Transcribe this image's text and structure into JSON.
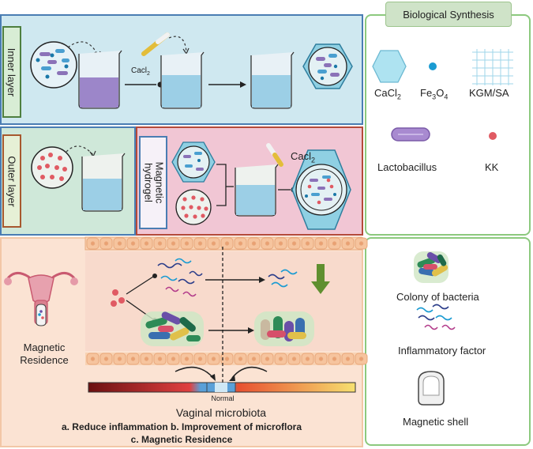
{
  "inner_layer": {
    "label": "Inner layer",
    "reagent": "Cacl",
    "reagent_sub": "2"
  },
  "outer_layer": {
    "label": "Outer layer"
  },
  "magnetic_hydrogel": {
    "label_line1": "Magnetic",
    "label_line2": "hydrogel",
    "reagent": "Cacl",
    "reagent_sub": "2"
  },
  "biological_synthesis": {
    "title": "Biological Synthesis",
    "cacl2": {
      "text": "CaCl",
      "sub": "2"
    },
    "fe3o4": {
      "a": "Fe",
      "a_sub": "3",
      "b": "O",
      "b_sub": "4"
    },
    "kgm_sa": "KGM/SA",
    "lactobacillus": "Lactobacillus",
    "kk": "KK"
  },
  "legend2": {
    "colony": "Colony of bacteria",
    "inflammatory": "Inflammatory factor",
    "shell": "Magnetic shell"
  },
  "bottom": {
    "magnetic_residence_1": "Magnetic",
    "magnetic_residence_2": "Residence",
    "normal": "Normal",
    "vaginal": "Vaginal microbiota",
    "caption_line1": "a. Reduce inflammation  b. Improvement of microflora",
    "caption_line2": "c. Magnetic Residence"
  },
  "colors": {
    "inner_bg": "#cfe8f0",
    "outer_bg": "#cfe8d9",
    "hydrogel_bg": "#f1c6d4",
    "tissue_bg": "#fbe3d3",
    "green_border": "#8cc97e",
    "blue_border": "#4a7db3",
    "red_border": "#b44a3a"
  }
}
